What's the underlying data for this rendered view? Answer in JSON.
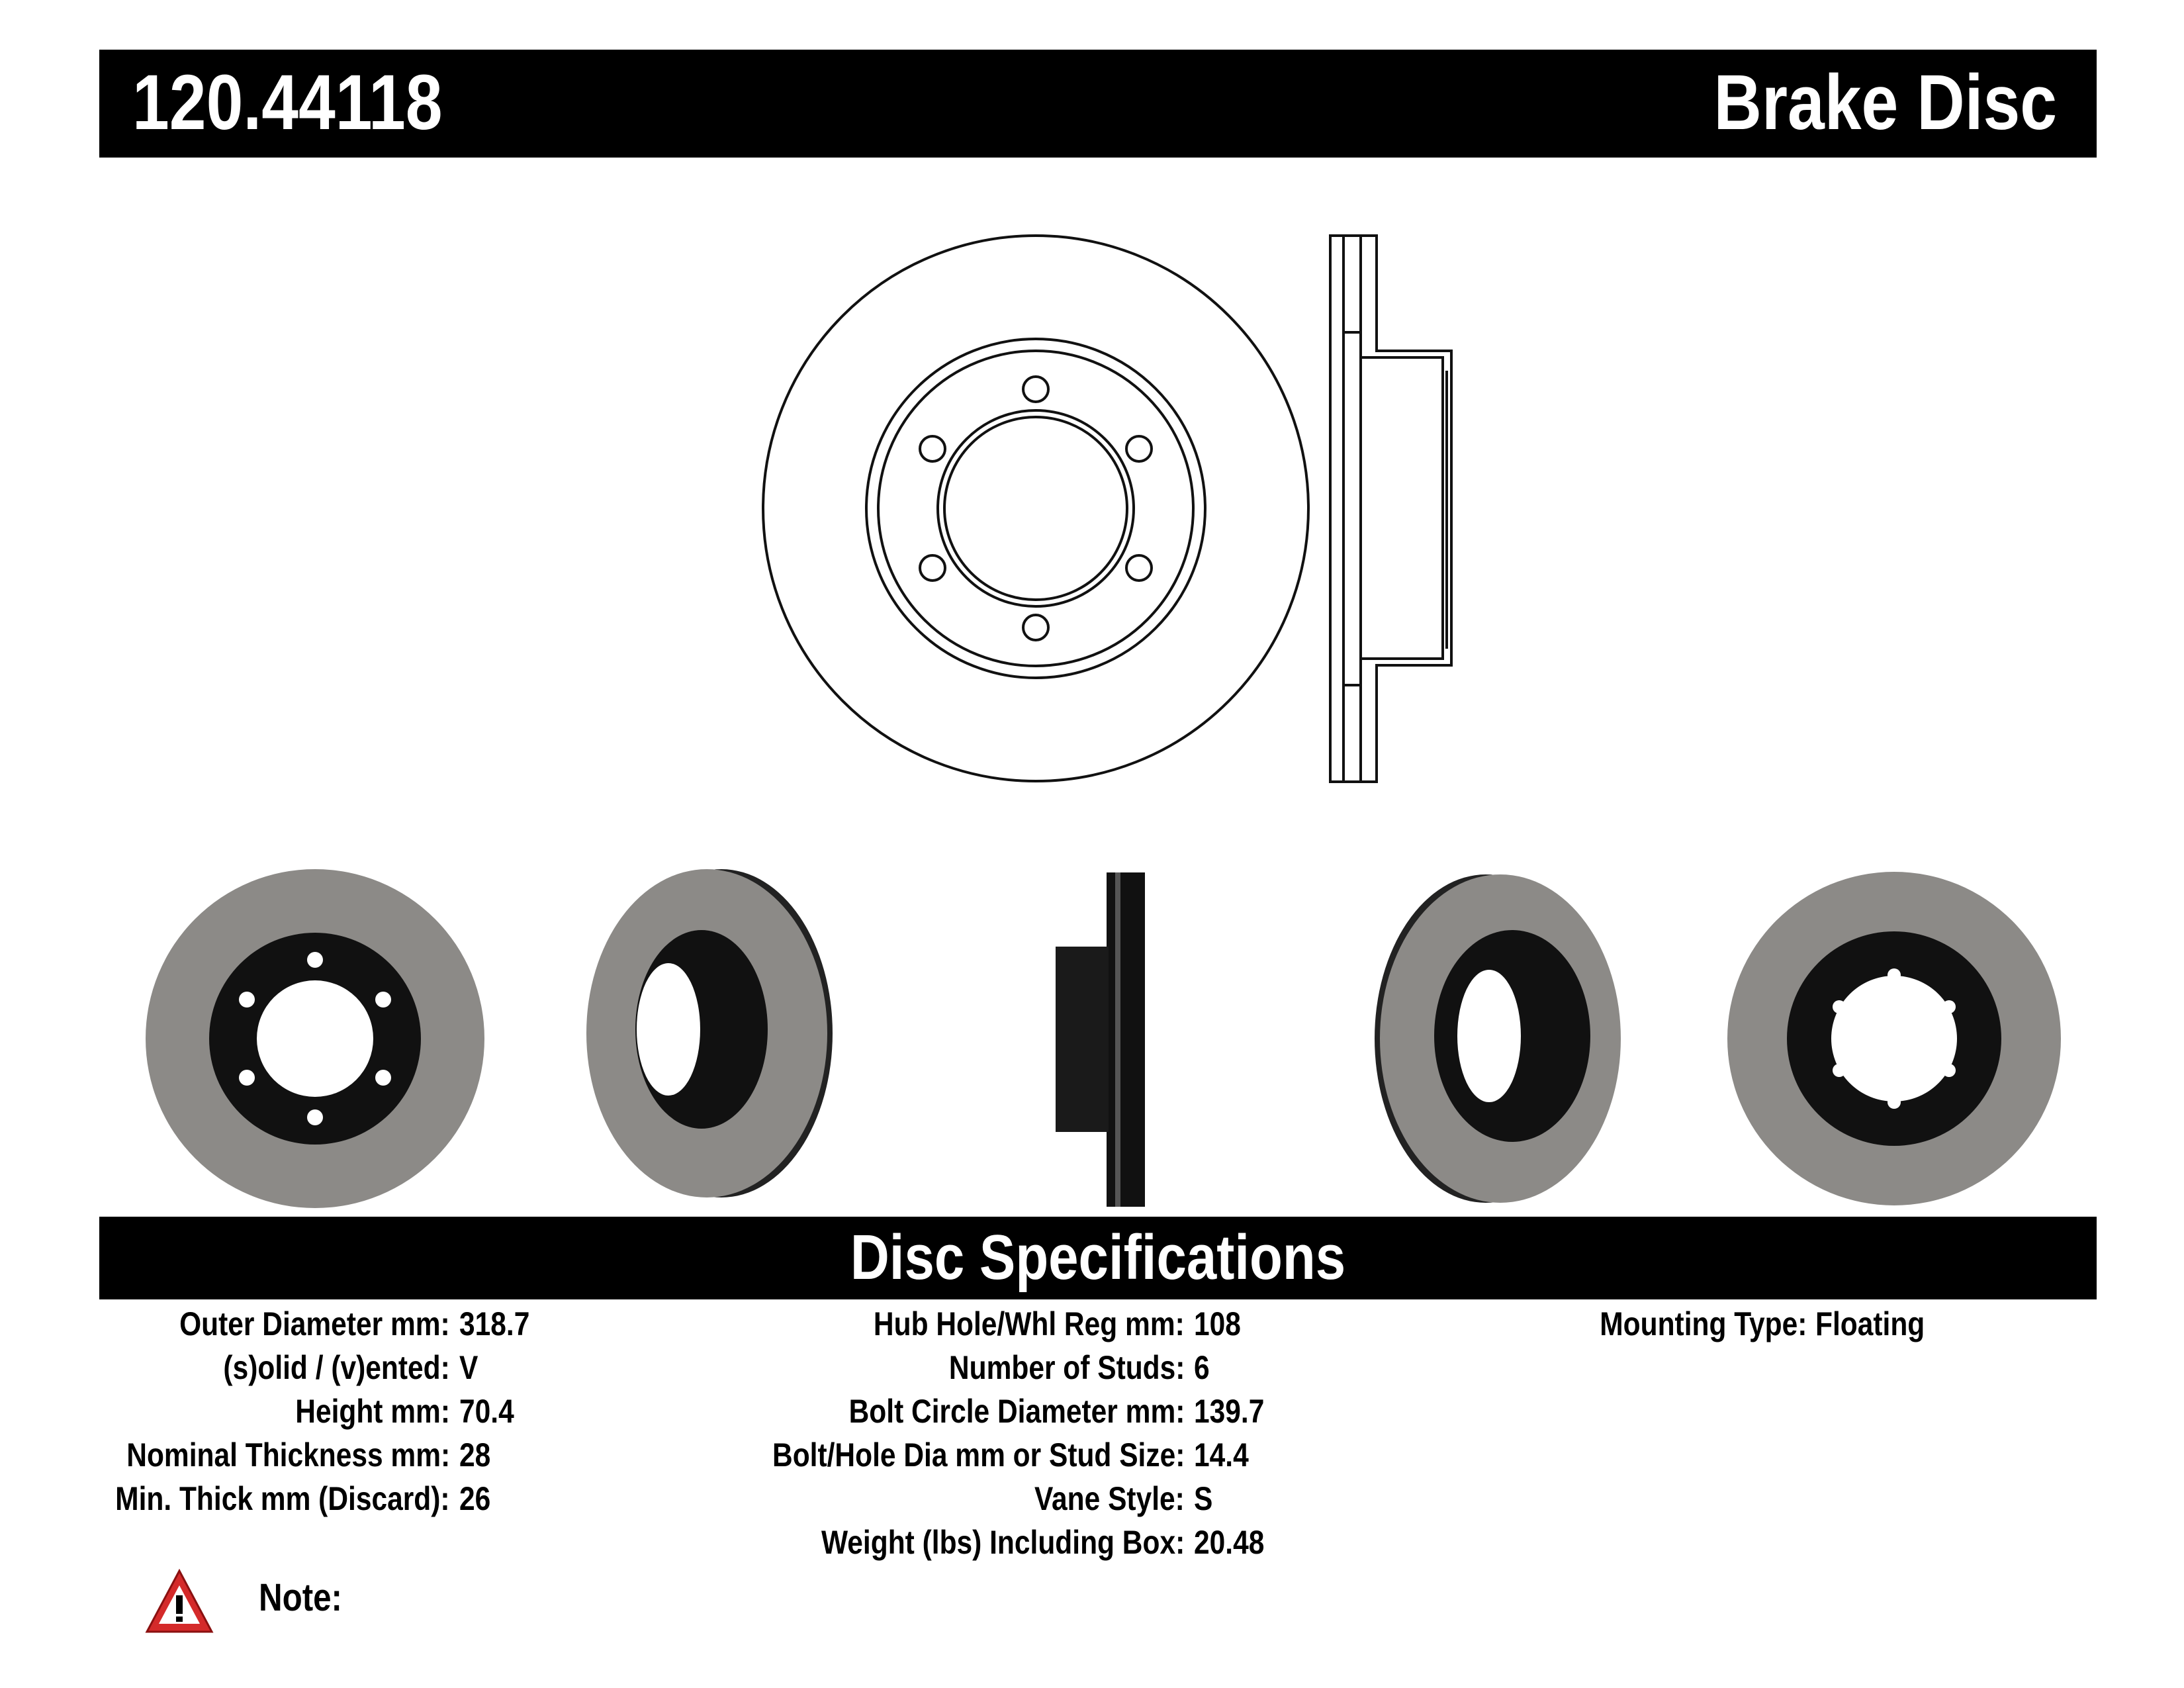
{
  "header": {
    "part_number": "120.44118",
    "title": "Brake Disc"
  },
  "section_title": "Disc Specifications",
  "specs": {
    "col1": [
      {
        "label": "Outer Diameter mm:",
        "value": "318.7"
      },
      {
        "label": "(s)olid / (v)ented:",
        "value": "V"
      },
      {
        "label": "Height mm:",
        "value": "70.4"
      },
      {
        "label": "Nominal Thickness mm:",
        "value": "28"
      },
      {
        "label": "Min. Thick mm (Discard):",
        "value": "26"
      }
    ],
    "col2": [
      {
        "label": "Hub Hole/Whl Reg mm:",
        "value": "108"
      },
      {
        "label": "Number of Studs:",
        "value": "6"
      },
      {
        "label": "Bolt Circle Diameter mm:",
        "value": "139.7"
      },
      {
        "label": "Bolt/Hole Dia mm or Stud Size:",
        "value": "14.4"
      },
      {
        "label": "Vane Style:",
        "value": "S"
      },
      {
        "label": "Weight (lbs) Including Box:",
        "value": "20.48"
      }
    ],
    "col3": [
      {
        "label": "Mounting Type:",
        "value": "Floating"
      }
    ]
  },
  "note": {
    "label": "Note:",
    "icon": "warning-icon",
    "icon_color": "#d42a2a"
  }
}
